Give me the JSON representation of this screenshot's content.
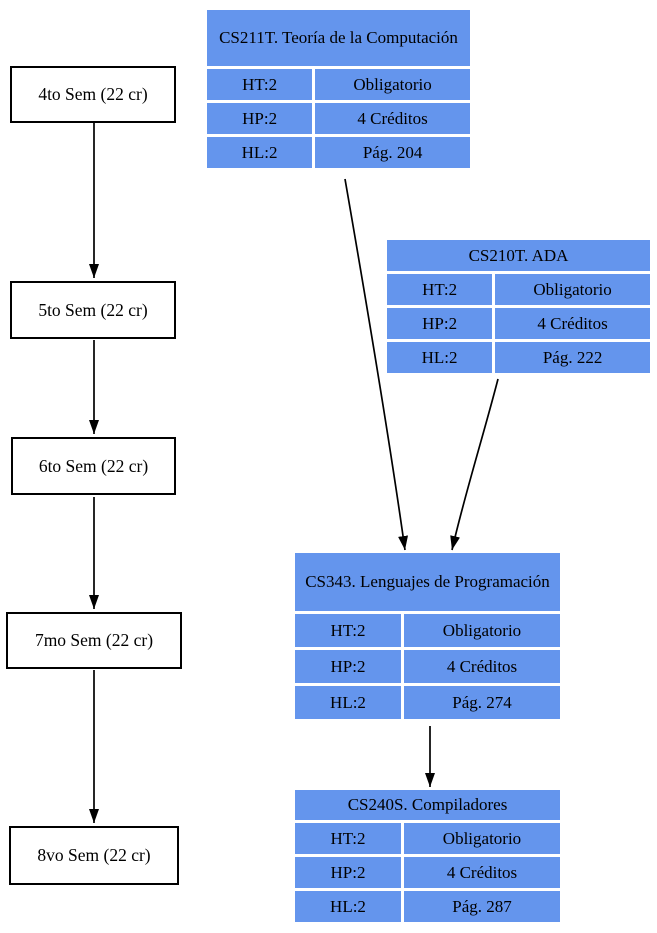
{
  "diagram": {
    "semesters": [
      {
        "label": "4to Sem (22 cr)"
      },
      {
        "label": "5to Sem (22 cr)"
      },
      {
        "label": "6to Sem (22 cr)"
      },
      {
        "label": "7mo Sem (22 cr)"
      },
      {
        "label": "8vo Sem (22 cr)"
      }
    ],
    "courses": [
      {
        "title": "CS211T. Teoría de la Computación",
        "rows": [
          {
            "left": "HT:2",
            "right": "Obligatorio"
          },
          {
            "left": "HP:2",
            "right": "4 Créditos"
          },
          {
            "left": "HL:2",
            "right": "Pág. 204"
          }
        ]
      },
      {
        "title": "CS210T. ADA",
        "rows": [
          {
            "left": "HT:2",
            "right": "Obligatorio"
          },
          {
            "left": "HP:2",
            "right": "4 Créditos"
          },
          {
            "left": "HL:2",
            "right": "Pág. 222"
          }
        ]
      },
      {
        "title": "CS343. Lenguajes de Programación",
        "rows": [
          {
            "left": "HT:2",
            "right": "Obligatorio"
          },
          {
            "left": "HP:2",
            "right": "4 Créditos"
          },
          {
            "left": "HL:2",
            "right": "Pág. 274"
          }
        ]
      },
      {
        "title": "CS240S. Compiladores",
        "rows": [
          {
            "left": "HT:2",
            "right": "Obligatorio"
          },
          {
            "left": "HP:2",
            "right": "4 Créditos"
          },
          {
            "left": "HL:2",
            "right": "Pág. 287"
          }
        ]
      }
    ],
    "colors": {
      "course_fill": "#6495ED",
      "semester_fill": "#ffffff",
      "border": "#000000",
      "text": "#000000"
    }
  }
}
